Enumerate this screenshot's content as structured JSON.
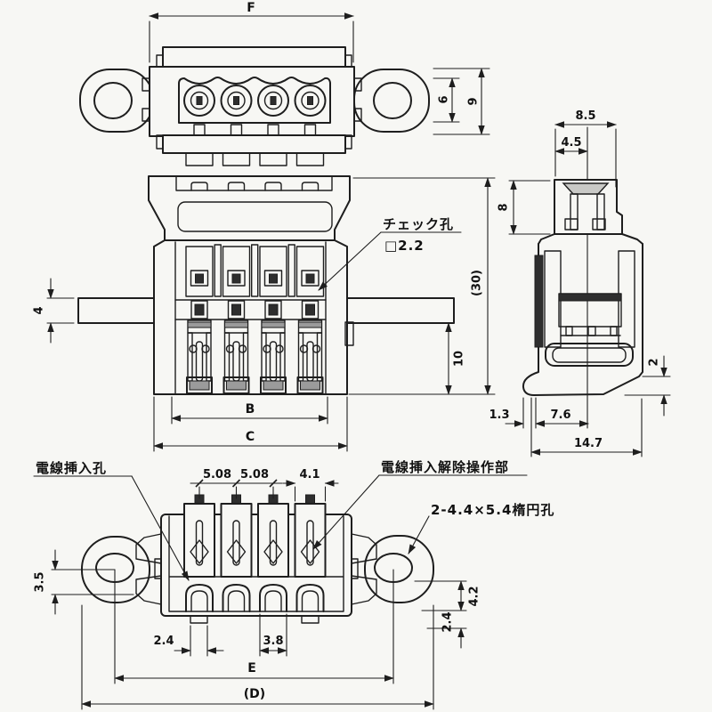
{
  "drawing": {
    "kind": "connector-dimension-drawing",
    "colors": {
      "line": "#1e1e1e",
      "paper": "#f7f7f4",
      "dark_fill": "#2e2e2e",
      "gray_fill": "#9b9b9b"
    },
    "top": {
      "F": "F",
      "h6": "6",
      "h9": "9"
    },
    "front": {
      "w4": "4",
      "h30": "(30)",
      "h10": "10",
      "B": "B",
      "C": "C",
      "check_hole_label": "チェック孔",
      "check_hole_size": "□2.2"
    },
    "side": {
      "w85": "8.5",
      "w45": "4.5",
      "h8": "8",
      "h2": "2",
      "w13": "1.3",
      "w76": "7.6",
      "w147": "14.7"
    },
    "bottom": {
      "pitch1": "5.08",
      "pitch2": "5.08",
      "w41": "4.1",
      "h35": "3.5",
      "h42": "4.2",
      "h24": "2.4",
      "w24": "2.4",
      "w38": "3.8",
      "E": "E",
      "D": "(D)",
      "wire_hole_label": "電線挿入孔",
      "release_label": "電線挿入解除操作部",
      "oval_hole_label": "2-4.4×5.4楕円孔"
    }
  }
}
